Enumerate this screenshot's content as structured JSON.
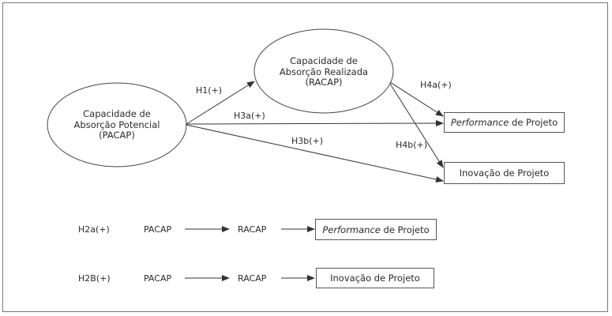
{
  "nodes": {
    "pacap": {
      "line1": "Capacidade de",
      "line2": "Absorção Potencial",
      "line3": "(PACAP)"
    },
    "racap": {
      "line1": "Capacidade de",
      "line2": "Absorção Realizada",
      "line3": "(RACAP)"
    },
    "performance_box": {
      "italic": "Performance",
      "rest": " de Projeto"
    },
    "inovacao_box": {
      "label": "Inovação de Projeto"
    }
  },
  "hypotheses": {
    "h1": "H1(+)",
    "h3a": "H3a(+)",
    "h3b": "H3b(+)",
    "h4a": "H4a(+)",
    "h4b": "H4b(+)"
  },
  "mediation_rows": [
    {
      "label": "H2a(+)",
      "from": "PACAP",
      "via": "RACAP",
      "target_italic": "Performance",
      "target_rest": " de Projeto"
    },
    {
      "label": "H2B(+)",
      "from": "PACAP",
      "via": "RACAP",
      "target": "Inovação de Projeto"
    }
  ],
  "colors": {
    "line": "#333333",
    "border": "#555555",
    "frame": "#7a7a7a"
  }
}
